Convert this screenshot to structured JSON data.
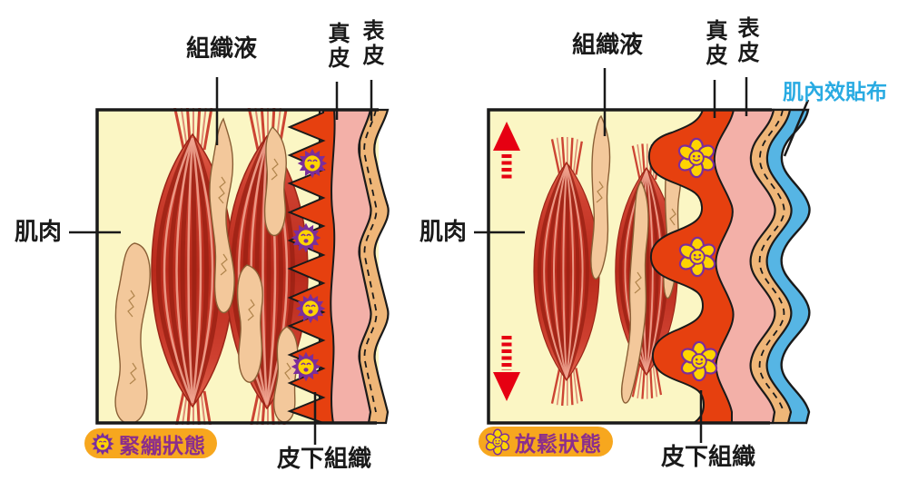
{
  "diagram_title": "",
  "left_panel": {
    "state_badge": "緊繃狀態",
    "labels": {
      "tissue_fluid": "組織液",
      "dermis": "真皮",
      "epidermis": "表皮",
      "muscle": "肌肉",
      "subcutaneous_tissue": "皮下組織"
    },
    "icon": "angry-gear-icon",
    "icon_count": 4
  },
  "right_panel": {
    "state_badge": "放鬆狀態",
    "labels": {
      "tissue_fluid": "組織液",
      "dermis": "真皮",
      "epidermis": "表皮",
      "muscle": "肌肉",
      "subcutaneous_tissue": "皮下組織",
      "kinesio_tape": "肌內效貼布"
    },
    "icon": "happy-flower-icon",
    "icon_count": 3,
    "arrows": [
      "up",
      "down"
    ]
  },
  "colors": {
    "panel_background": "#FBF6C4",
    "muscle_red": "#C23325",
    "tissue_fluid_peach": "#F3C89B",
    "subcutaneous_red": "#E6400F",
    "dermis_pink": "#F3B0A8",
    "epidermis_peach": "#EFB678",
    "tape_blue": "#56B5E4",
    "tape_label_blue": "#29ABE2",
    "badge_background": "#F7A71E",
    "badge_text_purple": "#8B2E8B",
    "arrow_red": "#E60012",
    "icon_purple": "#7B2E9B",
    "icon_yellow": "#FFD400"
  }
}
